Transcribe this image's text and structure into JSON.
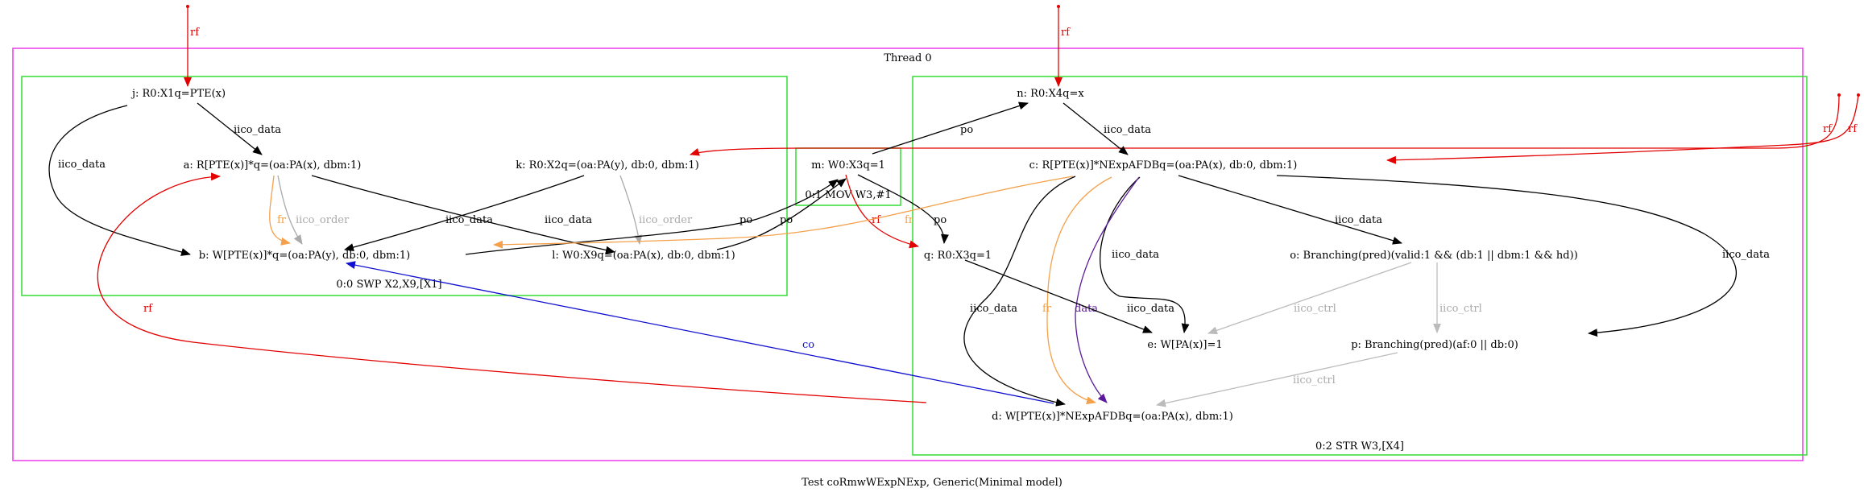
{
  "caption": "Test coRmwWExpNExp, Generic(Minimal model)",
  "thread_label": "Thread 0",
  "colors": {
    "thread_border": "#ee3cee",
    "instr_border": "#33dd33",
    "rf": "#e30000",
    "fr": "#f5a04a",
    "co": "#1010d0",
    "data": "#5a1a9a",
    "iico_order": "#aaaaaa",
    "iico_ctrl": "#bbbbbb",
    "default": "#000000"
  },
  "instruction_boxes": [
    {
      "id": "box0",
      "label": "0:0 SWP X2,X9,[X1]"
    },
    {
      "id": "box1",
      "label": "0:1 MOV W3,#1"
    },
    {
      "id": "box2",
      "label": "0:2 STR W3,[X4]"
    }
  ],
  "nodes": [
    {
      "id": "j",
      "label": "j: R0:X1q=PTE(x)"
    },
    {
      "id": "a",
      "label": "a: R[PTE(x)]*q=(oa:PA(x), dbm:1)"
    },
    {
      "id": "k",
      "label": "k: R0:X2q=(oa:PA(y), db:0, dbm:1)"
    },
    {
      "id": "b",
      "label": "b: W[PTE(x)]*q=(oa:PA(y), db:0, dbm:1)"
    },
    {
      "id": "l",
      "label": "l: W0:X9q=(oa:PA(x), db:0, dbm:1)"
    },
    {
      "id": "m",
      "label": "m: W0:X3q=1"
    },
    {
      "id": "n",
      "label": "n: R0:X4q=x"
    },
    {
      "id": "c",
      "label": "c: R[PTE(x)]*NExpAFDBq=(oa:PA(x), db:0, dbm:1)"
    },
    {
      "id": "q",
      "label": "q: R0:X3q=1"
    },
    {
      "id": "o",
      "label": "o: Branching(pred)(valid:1 && (db:1 || dbm:1 && hd))"
    },
    {
      "id": "e",
      "label": "e: W[PA(x)]=1"
    },
    {
      "id": "p",
      "label": "p: Branching(pred)(af:0 || db:0)"
    },
    {
      "id": "d",
      "label": "d: W[PTE(x)]*NExpAFDBq=(oa:PA(x), dbm:1)"
    }
  ],
  "edges": [
    {
      "id": "rf-in-j",
      "kind": "rf",
      "label": "rf"
    },
    {
      "id": "rf-in-n",
      "kind": "rf",
      "label": "rf"
    },
    {
      "id": "rf-in-a",
      "kind": "rf",
      "label": "rf"
    },
    {
      "id": "rf-in-c",
      "kind": "rf",
      "label": "rf"
    },
    {
      "id": "j-b",
      "kind": "default",
      "label": "iico_data"
    },
    {
      "id": "j-a",
      "kind": "default",
      "label": "iico_data"
    },
    {
      "id": "a-b-fr",
      "kind": "fr",
      "label": "fr"
    },
    {
      "id": "a-b-order",
      "kind": "iico_order",
      "label": "iico_order"
    },
    {
      "id": "a-l",
      "kind": "default",
      "label": "iico_data"
    },
    {
      "id": "k-b",
      "kind": "default",
      "label": "iico_data"
    },
    {
      "id": "k-l",
      "kind": "iico_order",
      "label": "iico_order"
    },
    {
      "id": "b-m",
      "kind": "default",
      "label": "po"
    },
    {
      "id": "l-m",
      "kind": "default",
      "label": "po"
    },
    {
      "id": "m-n",
      "kind": "default",
      "label": "po"
    },
    {
      "id": "m-q-rf",
      "kind": "rf",
      "label": "rf"
    },
    {
      "id": "m-q-po",
      "kind": "default",
      "label": "po"
    },
    {
      "id": "c-b-fr",
      "kind": "fr",
      "label": "fr"
    },
    {
      "id": "n-c",
      "kind": "default",
      "label": "iico_data"
    },
    {
      "id": "c-e",
      "kind": "default",
      "label": "iico_data"
    },
    {
      "id": "c-d",
      "kind": "default",
      "label": "iico_data"
    },
    {
      "id": "c-d-fr",
      "kind": "fr",
      "label": "fr"
    },
    {
      "id": "c-d-data",
      "kind": "data",
      "label": "data"
    },
    {
      "id": "c-o",
      "kind": "default",
      "label": "iico_data"
    },
    {
      "id": "c-p",
      "kind": "default",
      "label": "iico_data"
    },
    {
      "id": "q-e",
      "kind": "default",
      "label": "iico_data"
    },
    {
      "id": "o-e",
      "kind": "iico_ctrl",
      "label": "iico_ctrl"
    },
    {
      "id": "o-p",
      "kind": "iico_ctrl",
      "label": "iico_ctrl"
    },
    {
      "id": "p-d",
      "kind": "iico_ctrl",
      "label": "iico_ctrl"
    },
    {
      "id": "d-a-rf",
      "kind": "rf",
      "label": "rf"
    },
    {
      "id": "d-b-co",
      "kind": "co",
      "label": "co"
    }
  ]
}
